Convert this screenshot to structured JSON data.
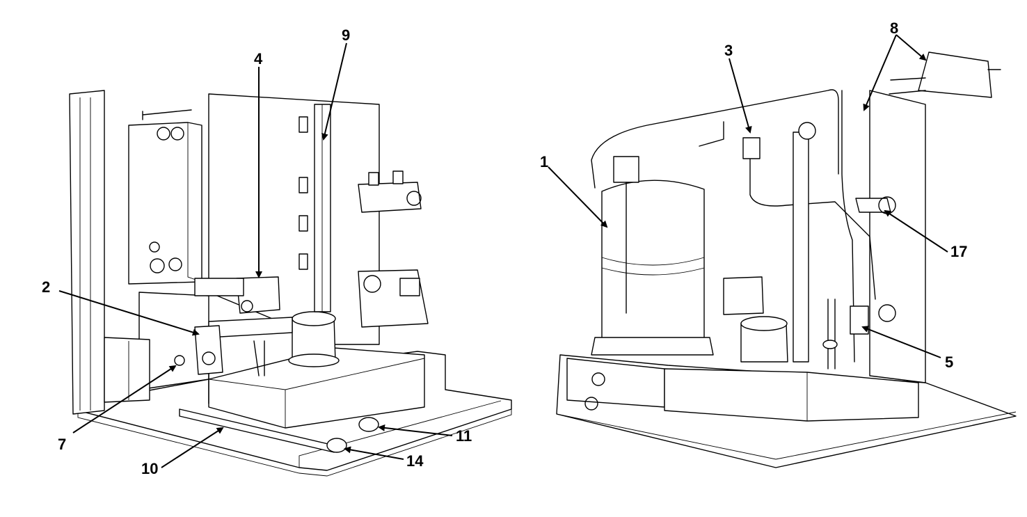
{
  "left_view": {
    "callouts": [
      "2",
      "4",
      "7",
      "9",
      "10",
      "11",
      "14"
    ]
  },
  "right_view": {
    "callouts": [
      "1",
      "3",
      "5",
      "8",
      "17"
    ]
  },
  "colors": {
    "line": "#000000",
    "background": "#ffffff"
  }
}
